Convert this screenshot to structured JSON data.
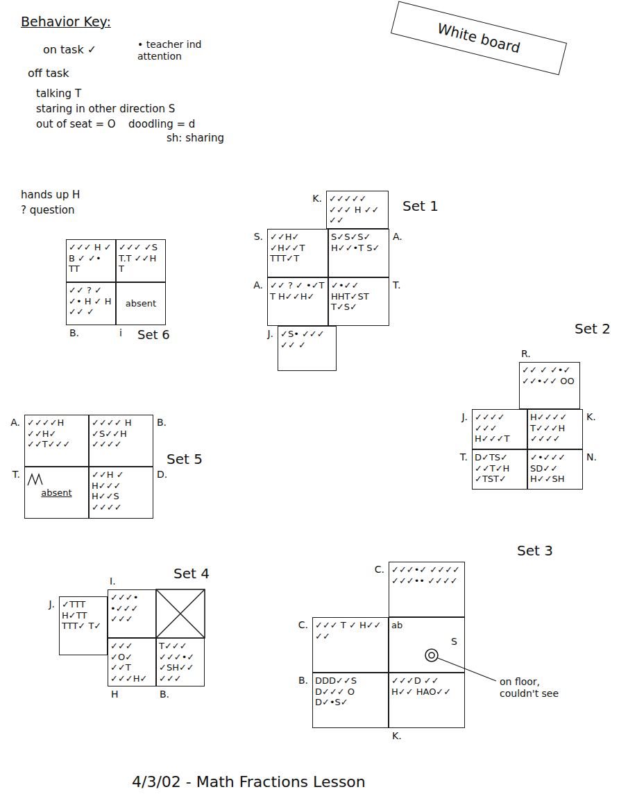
{
  "diagram": {
    "caption": "4/3/02 - Math Fractions Lesson",
    "nodes": [
      {
        "text": [
          "White board"
        ]
      },
      {
        "text": [
          "✓✓✓ H ✓ B ✓ ✓• TT"
        ]
      },
      {
        "text": [
          "✓✓✓ ✓S T.T ✓✓H T"
        ]
      },
      {
        "text": [
          "B.",
          "✓✓ ? ✓ ✓• H ✓ H ✓✓ ✓"
        ]
      },
      {
        "text": [
          "i",
          "absent"
        ]
      },
      {
        "text": [
          "K.",
          "✓✓✓✓✓ ✓✓✓ H ✓✓ ✓✓"
        ]
      },
      {
        "text": [
          "S.",
          "✓✓H✓ ✓H✓✓T TTT✓T"
        ]
      },
      {
        "text": [
          "A.",
          "S✓S✓S✓ H✓✓•T S✓"
        ]
      },
      {
        "text": [
          "A.",
          "✓✓ ? ✓ •✓T T H✓✓H✓"
        ]
      },
      {
        "text": [
          "T.",
          "✓•✓✓ HHT✓ST T✓S✓"
        ]
      },
      {
        "text": [
          "J.",
          "✓S• ✓✓✓ ✓✓ ✓"
        ]
      },
      {
        "text": [
          "R.",
          "✓✓ ✓ ✓•✓ ✓✓•✓✓ OO"
        ]
      },
      {
        "text": [
          "J.",
          "✓✓✓✓ ✓✓✓ H✓✓✓T"
        ]
      },
      {
        "text": [
          "K.",
          "H✓✓✓✓ T✓✓✓H ✓✓✓✓"
        ]
      },
      {
        "text": [
          "T.",
          "D✓TS✓ ✓✓T✓H ✓TST✓"
        ]
      },
      {
        "text": [
          "N.",
          "✓•✓✓✓ SD✓✓ H✓✓SH"
        ]
      },
      {
        "text": [
          "A.",
          "✓✓✓✓H ✓✓H✓ ✓✓T✓✓✓"
        ]
      },
      {
        "text": [
          "B.",
          "✓✓✓✓ H ✓S✓✓H ✓✓✓✓"
        ]
      },
      {
        "text": [
          "T.",
          "absent"
        ]
      },
      {
        "text": [
          "D.",
          "✓✓H ✓ H✓✓✓ H✓✓S ✓✓✓✓"
        ]
      },
      {
        "text": [
          "I.",
          "✓✓✓• •✓✓✓ ✓✓✓"
        ]
      },
      {
        "text": [
          "J.",
          "✓TTT H✓TT TTT✓ T✓"
        ]
      },
      {
        "text": [
          "H",
          "✓✓✓ ✓O✓ ✓✓T ✓✓✓H✓"
        ]
      },
      {
        "text": [
          "B.",
          "T✓✓✓ ✓✓✓•✓ ✓SH✓✓ ✓✓✓"
        ]
      },
      {
        "text": [
          "C.",
          "✓✓✓•✓ ✓✓✓✓ ✓✓✓•• ✓✓✓✓"
        ]
      },
      {
        "text": [
          "C.",
          "✓✓✓ T ✓ H✓✓ ✓✓"
        ]
      },
      {
        "text": [
          "ab",
          "S"
        ]
      },
      {
        "text": [
          "B.",
          "DDD✓✓S D✓✓✓ O D✓•S✓"
        ]
      },
      {
        "text": [
          "K.",
          "✓✓✓D ✓✓ H✓✓ HAO✓✓"
        ]
      }
    ],
    "labels": [
      "Behavior Key:",
      "on task ✓",
      "• teacher ind attention",
      "off task",
      "talking T",
      "staring in other direction S",
      "out of seat = O",
      "doodling = d",
      "sh: sharing",
      "hands up H",
      "? question",
      "Set 6",
      "Set 1",
      "Set 2",
      "Set 5",
      "Set 4",
      "Set 3",
      "on floor, couldn't see"
    ]
  }
}
